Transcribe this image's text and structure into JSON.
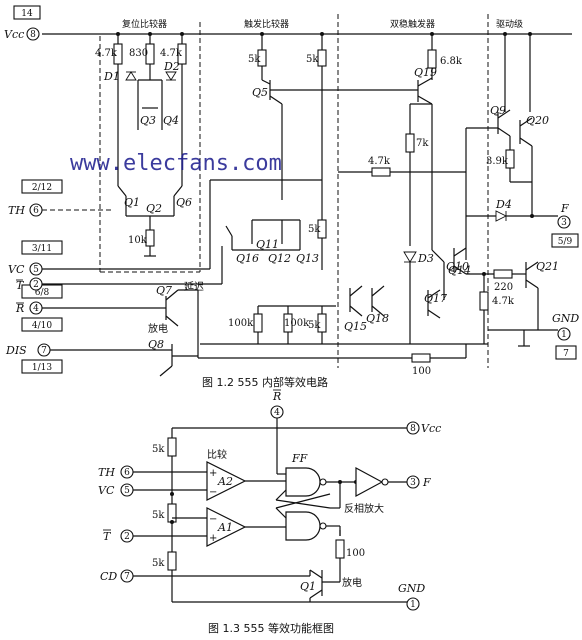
{
  "fig12": {
    "caption": "图 1.2   555 内部等效电路",
    "sections": {
      "reset_comparator": "复位比较器",
      "trigger_comparator": "触发比较器",
      "bistable_trigger": "双稳触发器",
      "drive_stage": "驱动级"
    },
    "pins": {
      "vcc": "Vcc",
      "vcc_num": "8",
      "th": "TH",
      "th_num": "6",
      "vc": "VC",
      "vc_num": "5",
      "t": "T",
      "t_num": "2",
      "r": "R",
      "r_num": "4",
      "dis": "DIS",
      "dis_num": "7",
      "f": "F",
      "f_num": "3",
      "gnd": "GND",
      "gnd_num": "1"
    },
    "boxes": {
      "b14": "14",
      "b2_12": "2/12",
      "b3_11": "3/11",
      "b6_8": "6/8",
      "b4_10": "4/10",
      "b1_13": "1/13",
      "b5_9": "5/9",
      "b7": "7"
    },
    "resistors": {
      "r1": "4.7k",
      "r2": "830",
      "r3": "4.7k",
      "r4": "5k",
      "r5": "5k",
      "r6": "6.8k",
      "r7": "7k",
      "r8": "4.7k",
      "r9": "3.9k",
      "r10": "10k",
      "r11": "5k",
      "r12": "100k",
      "r13": "100k",
      "r14": "5k",
      "r15": "220",
      "r16": "4.7k",
      "r17": "100"
    },
    "transistors": {
      "q1": "Q1",
      "q2": "Q2",
      "q3": "Q3",
      "q4": "Q4",
      "q5": "Q5",
      "q6": "Q6",
      "q7": "Q7",
      "q8": "Q8",
      "q9": "Q9",
      "q10": "Q10",
      "q11": "Q11",
      "q12": "Q12",
      "q13": "Q13",
      "q14": "Q14",
      "q15": "Q15",
      "q16": "Q16",
      "q17": "Q17",
      "q18": "Q18",
      "q19": "Q19",
      "q20": "Q20",
      "q21": "Q21"
    },
    "diodes": {
      "d1": "D1",
      "d2": "D2",
      "d3": "D3",
      "d4": "D4"
    },
    "notes": {
      "delay": "延迟",
      "discharge": "放电"
    }
  },
  "fig13": {
    "caption": "图 1.3   555 等效功能框图",
    "pins": {
      "r": "R",
      "r_num": "4",
      "vcc": "Vcc",
      "vcc_num": "8",
      "th": "TH",
      "th_num": "6",
      "vc": "VC",
      "vc_num": "5",
      "t": "T",
      "t_num": "2",
      "cd": "CD",
      "cd_num": "7",
      "f": "F",
      "f_num": "3",
      "gnd": "GND",
      "gnd_num": "1"
    },
    "labels": {
      "compare": "比较",
      "ff": "FF",
      "a1": "A1",
      "a2": "A2",
      "minus": "−",
      "plus": "+",
      "inverting_amp": "反相放大",
      "discharge": "放电",
      "q1": "Q1",
      "r_top": "5k",
      "r_mid": "5k",
      "r_bot": "5k",
      "r_100": "100"
    }
  },
  "watermark": "www.elecfans.com"
}
